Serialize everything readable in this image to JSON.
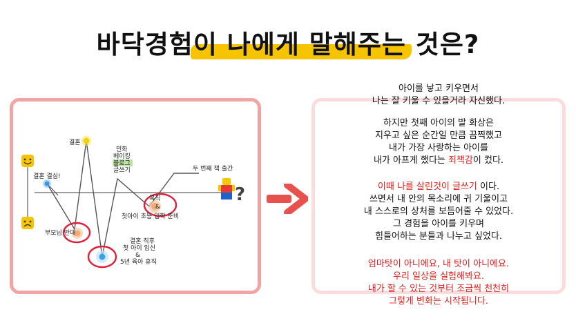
{
  "title": "바닥경험이 나에게 말해주는 것은?",
  "diagram": {
    "labels": {
      "marriage": "결혼",
      "engagement": "결혼 결심!",
      "parents_oppose": "부모님 반대",
      "hobby1": "민화",
      "hobby2": "베이킹",
      "hobby3": "블로그",
      "hobby4": "글쓰기",
      "book2": "두 번째 책 출간",
      "return_work": "복직",
      "return_and": "&",
      "first_child_school": "첫아이 초등 입학 준비",
      "after_marriage": "결혼 직후",
      "first_pregnancy": "첫 아이 임신",
      "after_and": "&",
      "maternity_leave": "5년 육아 휴직",
      "question": "?"
    }
  },
  "text": {
    "p1_l1": "아이를 낳고 키우면서",
    "p1_l2": "나는 잘 키울 수 있을거라 자신했다.",
    "p2_l1": "하지만 첫째 아이의 발 화상은",
    "p2_l2": "지우고 싶은 순간일 만큼 끔찍했고",
    "p2_l3": "내가 가장 사랑하는 아이를",
    "p2_l4_a": "내가 아프게 했다는 ",
    "p2_l4_red": "죄책감",
    "p2_l4_b": "이 컸다.",
    "p3_l1_red": "이때 나를 살린것이 글쓰기",
    "p3_l1_b": " 이다.",
    "p3_l2": "쓰면서 내 안의 목소리에 귀 기울이고",
    "p3_l3": "내 스스로의 상처를 보듬어줄 수 있었다.",
    "p3_l4": "그 경험을 아이를 키우며",
    "p3_l5": "힘들어하는 분들과 나누고 싶었다.",
    "p4_l1": "엄마탓이 아니에요, 내 탓이 아니에요.",
    "p4_l2": "우리 일상을 실험해봐요.",
    "p4_l3": "내가 할 수 있는 것부터 조금씩 천천히",
    "p4_l4": "그렇게 변화는 시작됩니다."
  },
  "colors": {
    "accent_red": "#e02020",
    "highlight": "#f6c400",
    "border": "#f2a3a3"
  }
}
